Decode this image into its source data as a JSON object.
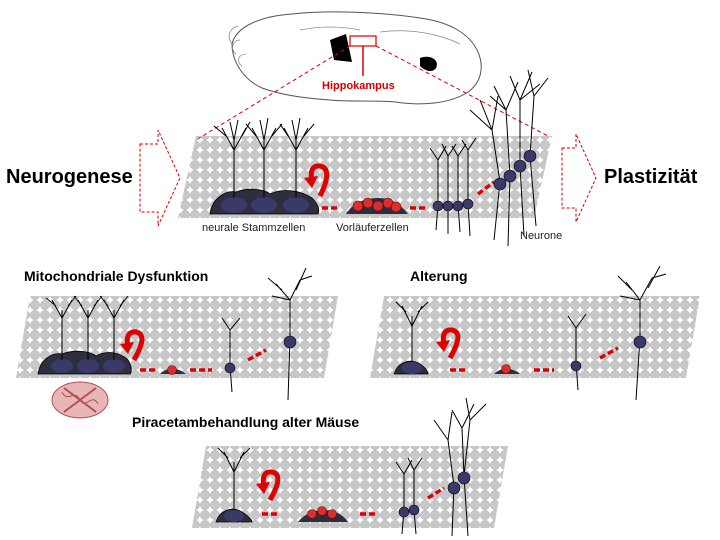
{
  "colors": {
    "cell_grid": "#c8c8c8",
    "cell_grid_stroke": "#9a9a9a",
    "neuron_body": "#3a3a6a",
    "stem_body": "#2e2e3e",
    "arrow": "#e00000",
    "progenitor": "#d83030",
    "outline": "#000000",
    "mito_fill": "#e8b6b6",
    "mito_stroke": "#b05050"
  },
  "labels": {
    "hippocampus": "Hippokampus",
    "neurogenesis": "Neurogenese",
    "plasticity": "Plastizität",
    "stem_cells": "neurale Stammzellen",
    "progenitors": "Vorläuferzellen",
    "neurons": "Neurone",
    "mito_dysfunction": "Mitochondriale Dysfunktion",
    "aging": "Alterung",
    "piracetam": "Piracetambehandlung alter Mäuse"
  },
  "icons": [
    "brain-outline-icon",
    "hollow-arrow-icon",
    "neuron-icon",
    "red-arrow-icon",
    "curved-red-arrow-icon",
    "mitochondrion-icon"
  ]
}
